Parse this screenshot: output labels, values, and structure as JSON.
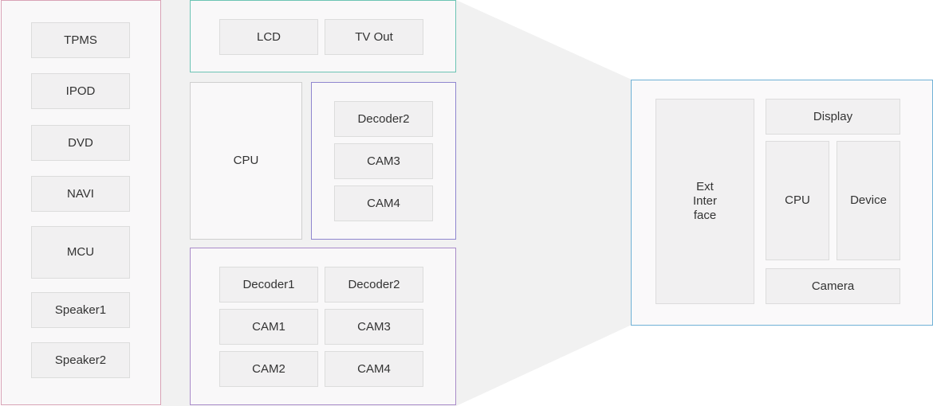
{
  "colors": {
    "left_panel_border": "#d9a3b6",
    "display_group_border": "#6cc4b4",
    "cam_group_border": "#8f86cf",
    "decoder_group_border": "#a98bc9",
    "right_panel_border": "#6fb1d6",
    "projection_fill": "#f1f1f1",
    "block_fill": "#f1f0f1",
    "block_border": "#dcdcdc"
  },
  "left_panel": {
    "items": [
      "TPMS",
      "IPOD",
      "DVD",
      "NAVI",
      "MCU",
      "Speaker1",
      "Speaker2"
    ]
  },
  "display_group": {
    "items": [
      "LCD",
      "TV Out"
    ]
  },
  "cpu_block": {
    "label": "CPU"
  },
  "cam_group": {
    "items": [
      "Decoder2",
      "CAM3",
      "CAM4"
    ]
  },
  "decoder_group": {
    "items": [
      "Decoder1",
      "Decoder2",
      "CAM1",
      "CAM3",
      "CAM2",
      "CAM4"
    ]
  },
  "right_panel": {
    "ext_interface": "Ext\nInter\nface",
    "display": "Display",
    "cpu": "CPU",
    "device": "Device",
    "camera": "Camera"
  }
}
